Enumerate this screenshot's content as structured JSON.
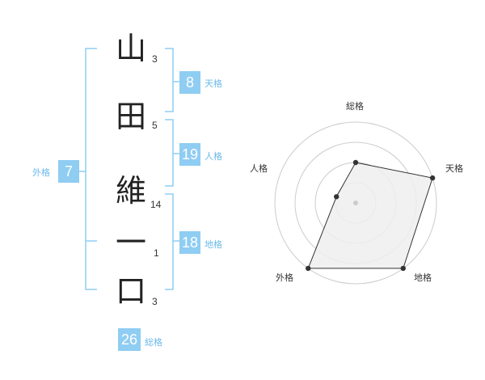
{
  "name": {
    "chars": [
      {
        "char": "山",
        "strokes": "3"
      },
      {
        "char": "田",
        "strokes": "5"
      },
      {
        "char": "維",
        "strokes": "14"
      },
      {
        "char": "一",
        "strokes": "1"
      },
      {
        "char": "口",
        "strokes": "3"
      }
    ]
  },
  "fortune": {
    "tenkaku": {
      "value": "8",
      "label": "天格"
    },
    "jinkaku": {
      "value": "19",
      "label": "人格"
    },
    "chikaku": {
      "value": "18",
      "label": "地格"
    },
    "gaikaku": {
      "value": "7",
      "label": "外格"
    },
    "soukaku": {
      "value": "26",
      "label": "総格"
    }
  },
  "radar": {
    "axes": [
      "総格",
      "天格",
      "地格",
      "外格",
      "人格"
    ],
    "levels": 4,
    "max": 4,
    "values": [
      2,
      4,
      4,
      4,
      1
    ],
    "fill_color": "#eeeeee",
    "line_color": "#333333",
    "grid_color": "#cccccc"
  },
  "colors": {
    "accent": "#8fcdf3",
    "bracket": "#8fcdf3"
  }
}
